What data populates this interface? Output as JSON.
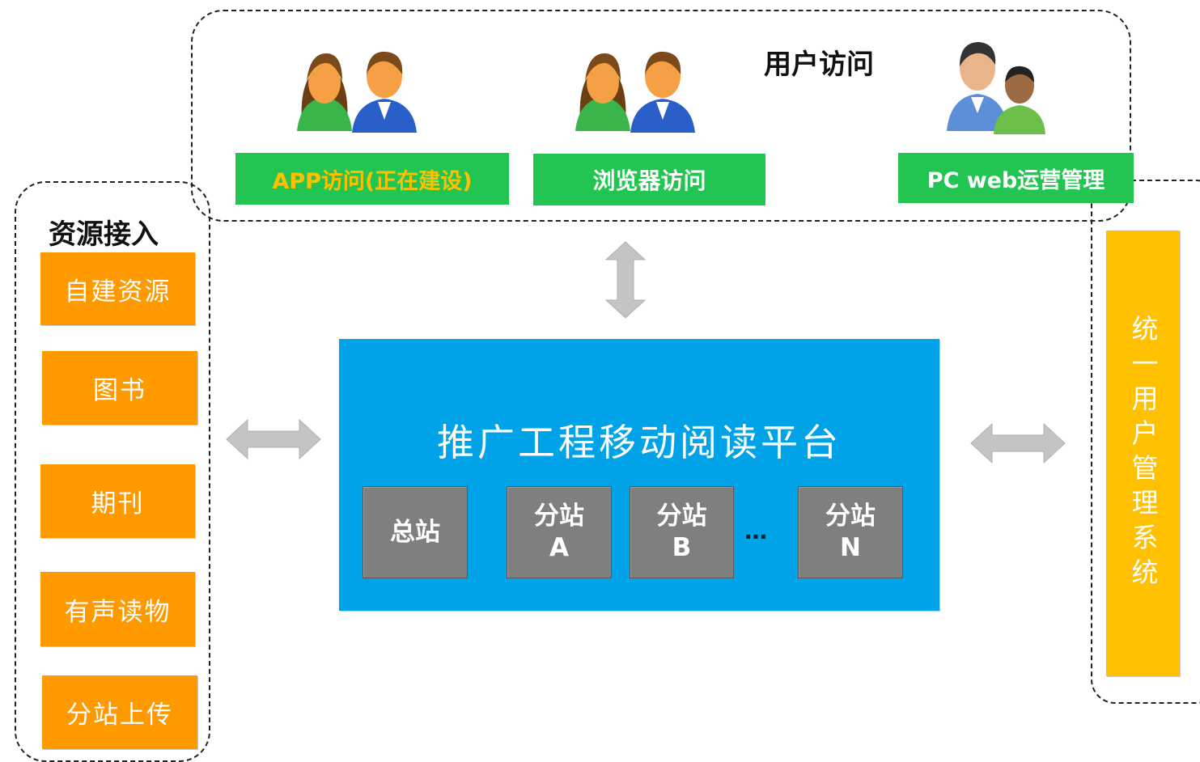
{
  "user_access": {
    "title": "用户访问",
    "items": [
      {
        "label": "APP访问(正在建设)"
      },
      {
        "label": "浏览器访问"
      },
      {
        "label": "PC web运营管理"
      }
    ]
  },
  "resource_access": {
    "title": "资源接入",
    "items": [
      {
        "label": "自建资源"
      },
      {
        "label": "图书"
      },
      {
        "label": "期刊"
      },
      {
        "label": "有声读物"
      },
      {
        "label": "分站上传"
      }
    ]
  },
  "platform": {
    "title": "推广工程移动阅读平台",
    "stations": [
      {
        "line1": "总站",
        "line2": ""
      },
      {
        "line1": "分站",
        "line2": "A"
      },
      {
        "line1": "分站",
        "line2": "B"
      },
      {
        "line1": "分站",
        "line2": "N"
      }
    ],
    "ellipsis": "…"
  },
  "user_management": {
    "label": "统一用户管理系统"
  },
  "colors": {
    "green": "#23c552",
    "orange": "#ff9900",
    "yellow": "#ffc000",
    "blue": "#00a2e8",
    "gray": "#7f7f7f"
  },
  "icons": [
    "users-couple-icon",
    "users-couple-icon",
    "admin-users-icon",
    "double-arrow-horizontal-icon",
    "double-arrow-vertical-icon"
  ]
}
